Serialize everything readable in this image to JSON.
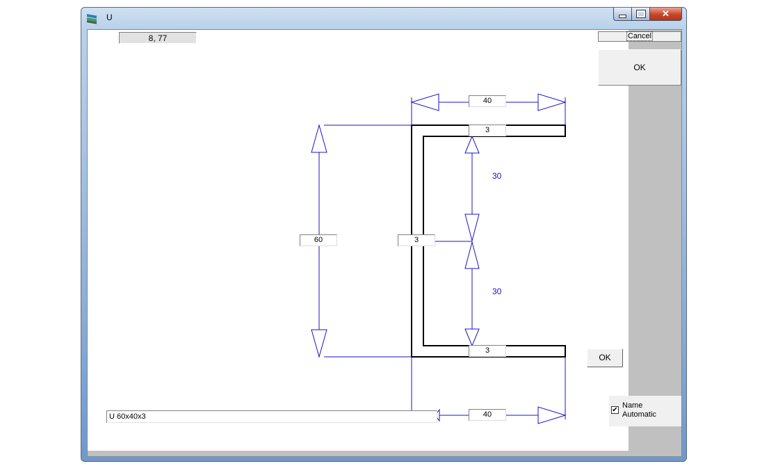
{
  "window": {
    "title": "U"
  },
  "coordinates": "8, 77",
  "buttons": {
    "cancel": "Cancel",
    "ok_top": "OK",
    "ok_small": "OK"
  },
  "name": {
    "value": "U 60x40x3",
    "auto_label_1": "Name",
    "auto_label_2": "Automatic",
    "auto_checked": true
  },
  "dimensions": {
    "width_top": "40",
    "flange_top_thickness": "3",
    "height": "60",
    "web_thickness": "3",
    "flange_bottom_thickness": "3",
    "width_bottom": "40",
    "half_upper": "30",
    "half_lower": "30"
  },
  "colors": {
    "dimension_line": "#1515cc",
    "profile": "#000000"
  }
}
